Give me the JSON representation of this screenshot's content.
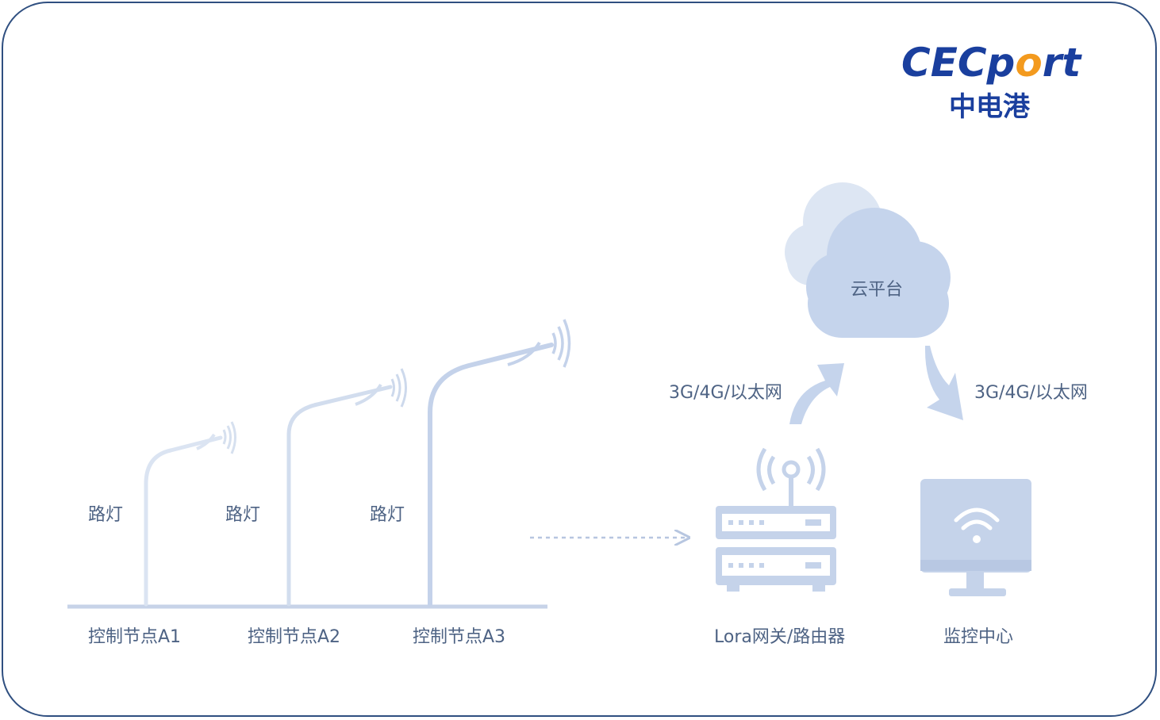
{
  "brand": {
    "name_en_prefix": "CECp",
    "name_en_accent": "o",
    "name_en_suffix": "rt",
    "name_cn": "中电港",
    "colors": {
      "primary": "#1a3f9e",
      "accent": "#f39a1e"
    }
  },
  "streetlights": {
    "lamp_label": "路灯",
    "nodes": [
      {
        "label": "控制节点A1"
      },
      {
        "label": "控制节点A2"
      },
      {
        "label": "控制节点A3"
      }
    ]
  },
  "network": {
    "cloud_label": "云平台",
    "uplink_label": "3G/4G/以太网",
    "downlink_label": "3G/4G/以太网",
    "gateway_label": "Lora网关/路由器",
    "monitor_label": "监控中心"
  },
  "colors": {
    "line": "#c7d3e8",
    "icon": "#c5d3ea",
    "text": "#4e6384",
    "cloud_front": "#c5d4ec",
    "cloud_back": "#dde6f3"
  }
}
